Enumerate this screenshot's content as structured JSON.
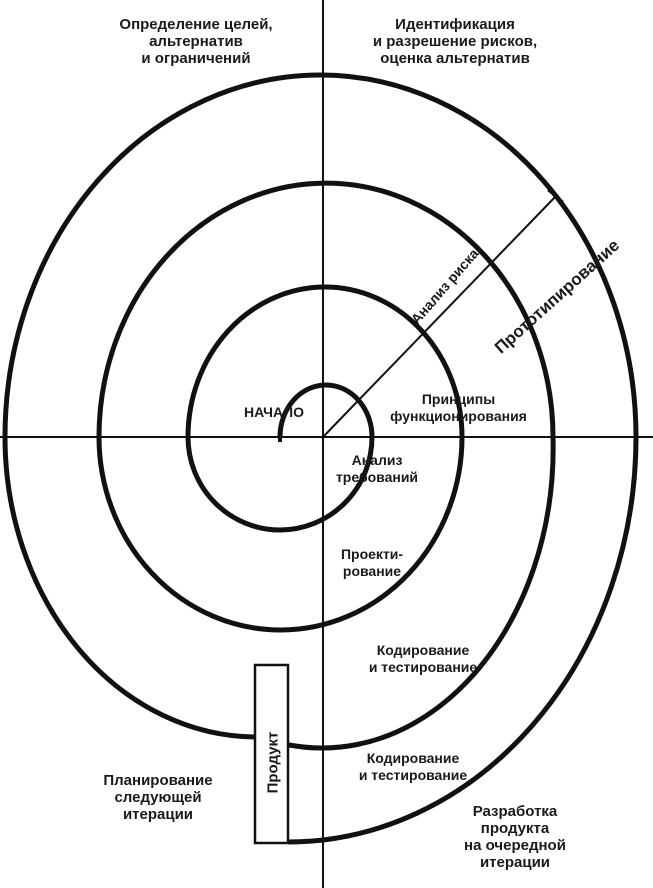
{
  "quadrants": {
    "top_left": "Определение целей,\nальтернатив\nи ограничений",
    "top_right": "Идентификация\nи разрешение рисков,\nоценка альтернатив",
    "bottom_left": "Планирование\nследующей\nитерации",
    "bottom_right": "Разработка\nпродукта\nна очередной\nитерации"
  },
  "labels": {
    "start": "НАЧАЛО",
    "risk_analysis": "Анализ риска",
    "prototyping": "Прототипирование",
    "operating_principles": "Принципы\nфункционирования",
    "requirements_analysis": "Анализ\nтребований",
    "design": "Проекти-\nрование",
    "coding_testing_1": "Кодирование\nи тестирование",
    "coding_testing_2": "Кодирование\nи тестирование",
    "product": "Продукт"
  },
  "colors": {
    "line": "#111111",
    "text": "#1a1a1a",
    "background": "#ffffff"
  }
}
